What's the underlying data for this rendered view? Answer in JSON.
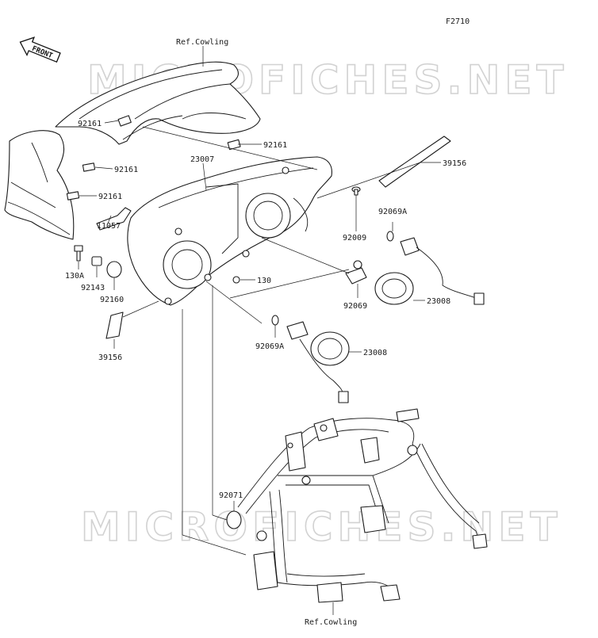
{
  "diagram": {
    "figure_code": "F2710",
    "watermark_text": "MICROFICHES.NET",
    "front_indicator": "FRONT",
    "labels": {
      "ref_cowling_top": "Ref.Cowling",
      "ref_cowling_bottom": "Ref.Cowling",
      "p92161_a": "92161",
      "p92161_b": "92161",
      "p92161_c": "92161",
      "p92161_d": "92161",
      "p23007": "23007",
      "p39156_top": "39156",
      "p39156_left": "39156",
      "p11057": "11057",
      "p130A": "130A",
      "p92143": "92143",
      "p92160": "92160",
      "p130": "130",
      "p92009": "92009",
      "p92069A_top": "92069A",
      "p92069A_mid": "92069A",
      "p92069": "92069",
      "p23008_top": "23008",
      "p23008_mid": "23008",
      "p92071": "92071"
    }
  }
}
